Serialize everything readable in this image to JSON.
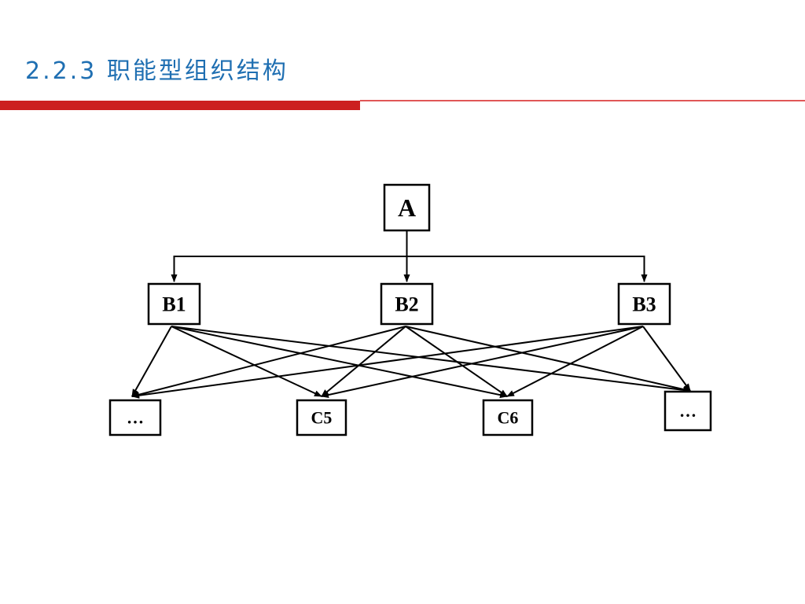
{
  "slide": {
    "title": "2.2.3 职能型组织结构"
  },
  "diagram": {
    "nodes": [
      {
        "id": "A",
        "label": "A"
      },
      {
        "id": "B1",
        "label": "B1"
      },
      {
        "id": "B2",
        "label": "B2"
      },
      {
        "id": "B3",
        "label": "B3"
      },
      {
        "id": "CL",
        "label": "…"
      },
      {
        "id": "C5",
        "label": "C5"
      },
      {
        "id": "C6",
        "label": "C6"
      },
      {
        "id": "CR",
        "label": "…"
      }
    ],
    "edges": [
      {
        "from": "A",
        "to": "B1"
      },
      {
        "from": "A",
        "to": "B2"
      },
      {
        "from": "A",
        "to": "B3"
      },
      {
        "from": "B1",
        "to": "CL"
      },
      {
        "from": "B1",
        "to": "C5"
      },
      {
        "from": "B1",
        "to": "C6"
      },
      {
        "from": "B1",
        "to": "CR"
      },
      {
        "from": "B2",
        "to": "CL"
      },
      {
        "from": "B2",
        "to": "C5"
      },
      {
        "from": "B2",
        "to": "C6"
      },
      {
        "from": "B2",
        "to": "CR"
      },
      {
        "from": "B3",
        "to": "CL"
      },
      {
        "from": "B3",
        "to": "C5"
      },
      {
        "from": "B3",
        "to": "C6"
      },
      {
        "from": "B3",
        "to": "CR"
      }
    ]
  }
}
